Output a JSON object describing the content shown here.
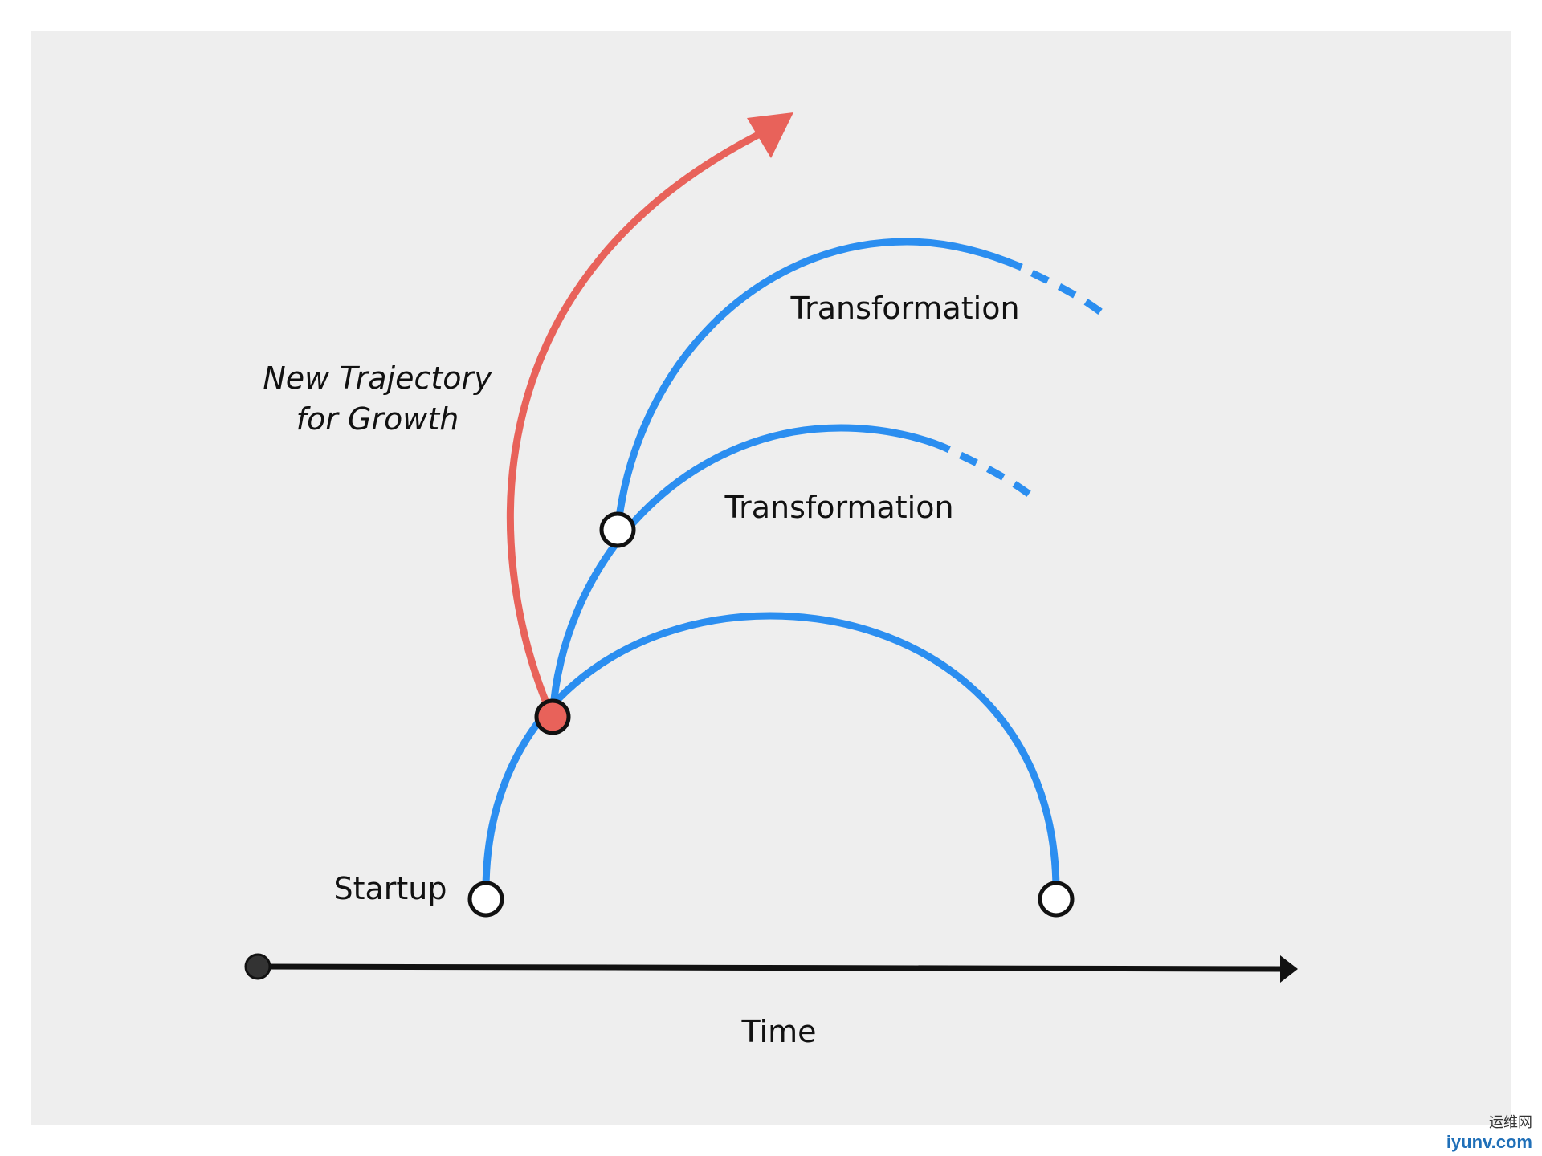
{
  "labels": {
    "transformation_upper": "Transformation",
    "transformation_lower": "Transformation",
    "new_trajectory_line1": "New Trajectory",
    "new_trajectory_line2": "for Growth",
    "startup": "Startup",
    "time": "Time"
  },
  "watermark": {
    "cn": "运维网",
    "en": "iyunv.com"
  },
  "colors": {
    "blue": "#2b8ef0",
    "red": "#e8625a",
    "panel": "#eeeeee",
    "axis": "#111111"
  }
}
